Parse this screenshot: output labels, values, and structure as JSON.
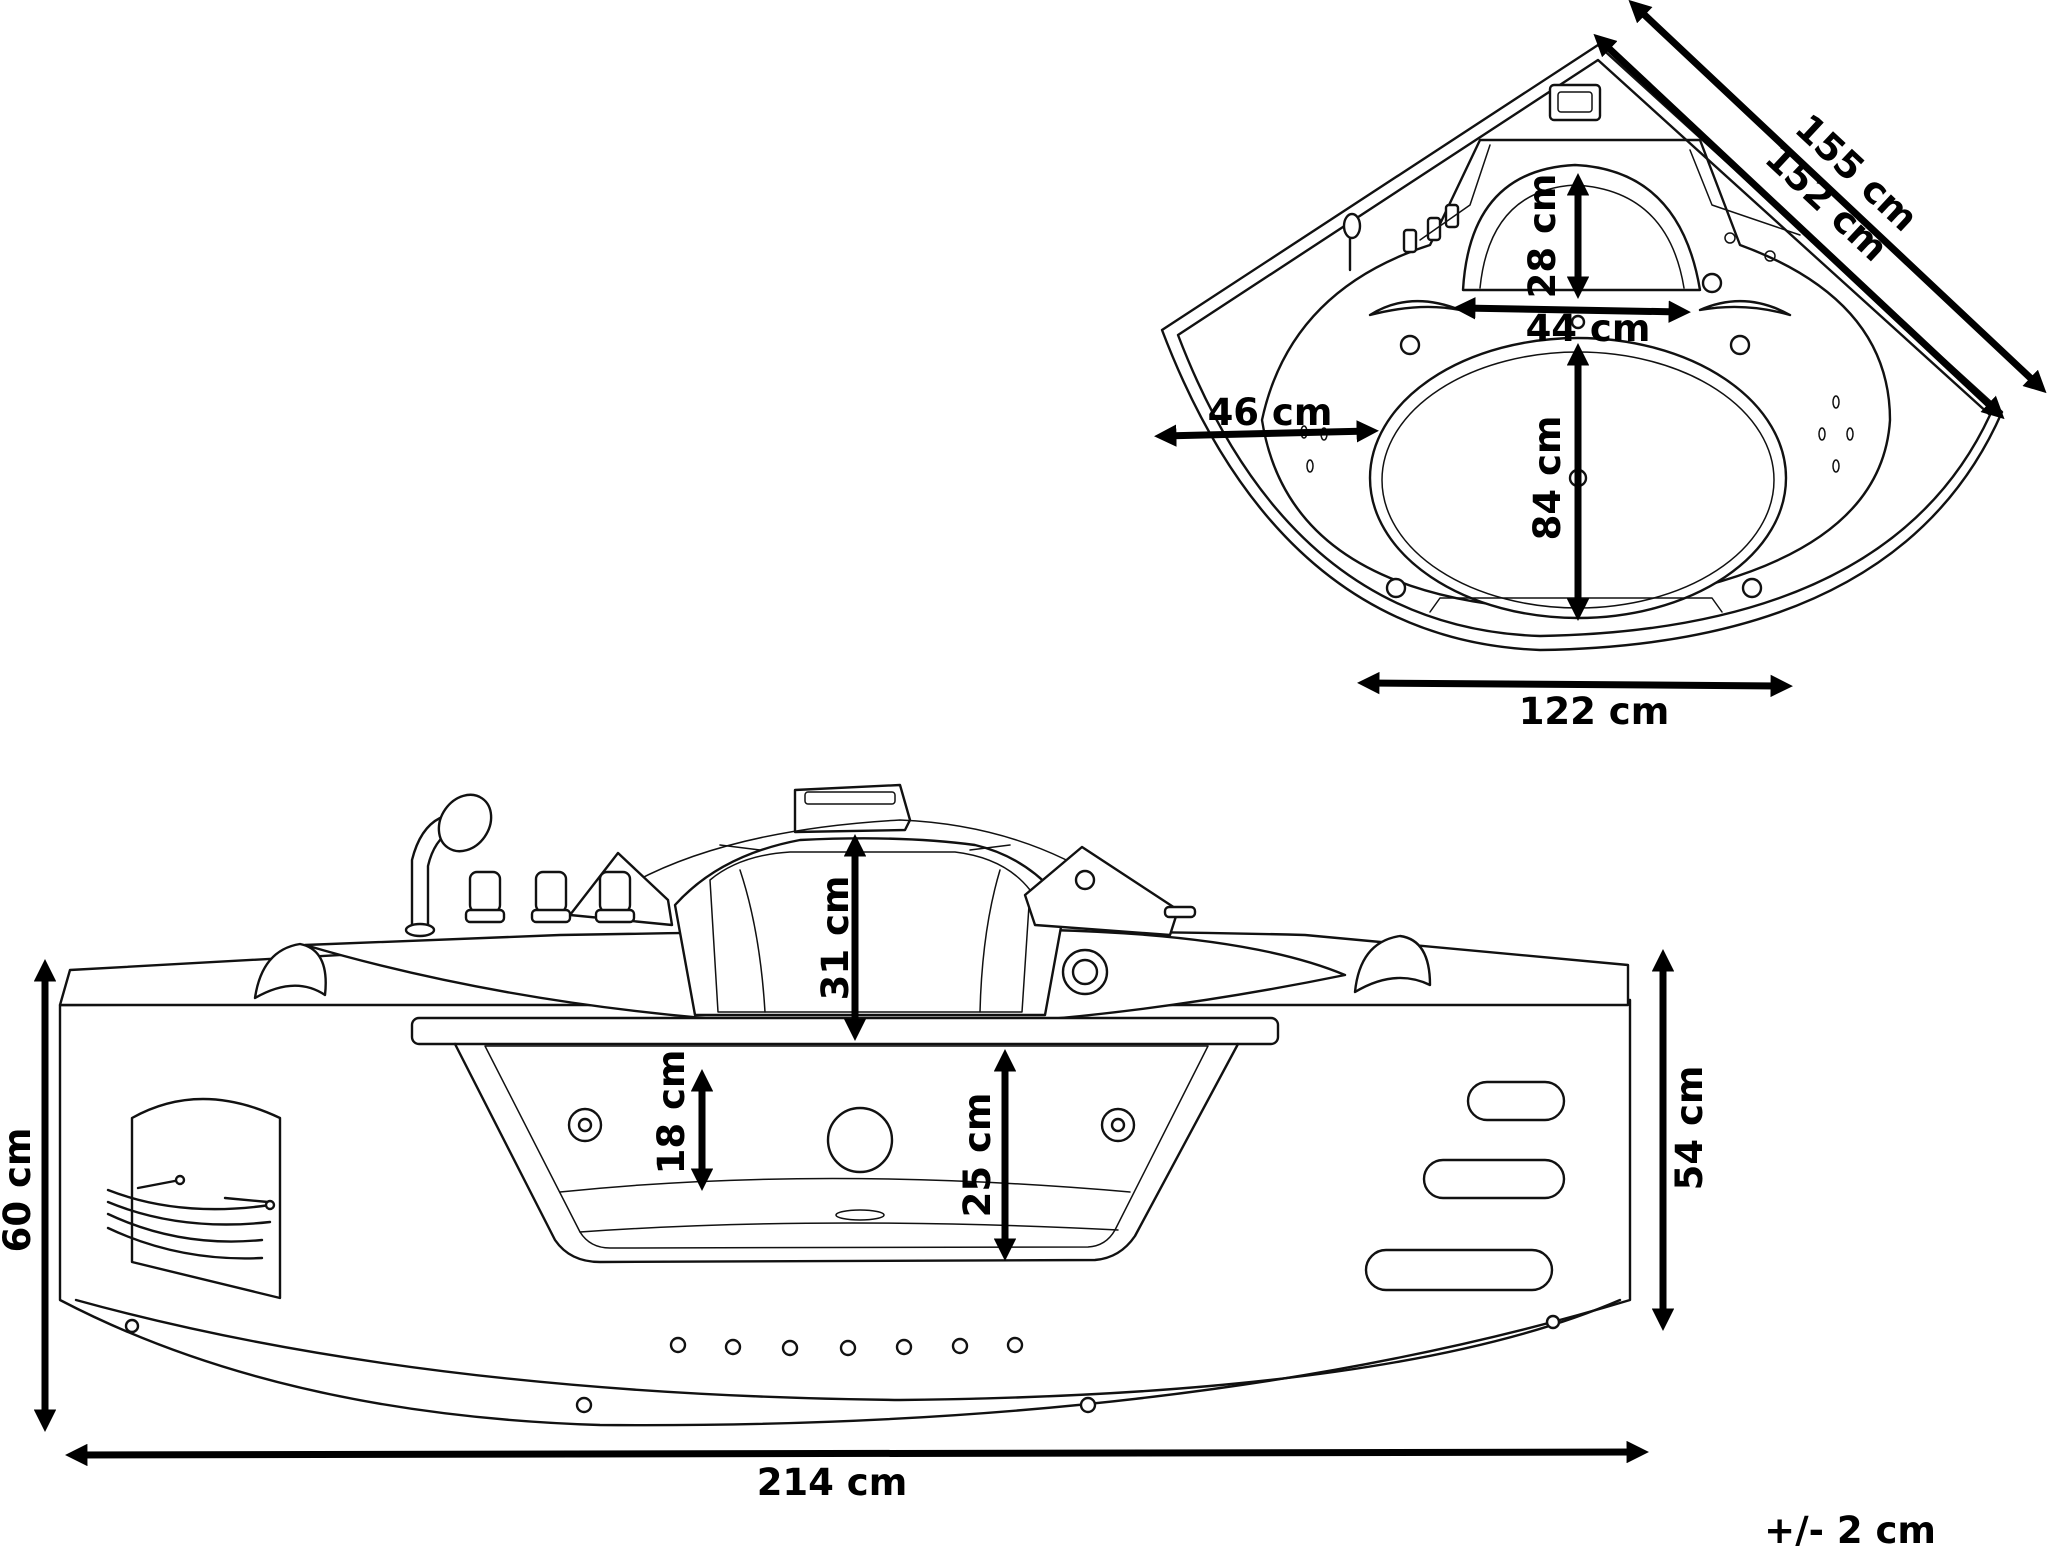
{
  "dimensions": {
    "top_diagonal_outer": "155 cm",
    "top_diagonal_inner": "152 cm",
    "headrest_depth": "28 cm",
    "headrest_width": "44 cm",
    "rim_width": "46 cm",
    "basin_length": "84 cm",
    "top_front_width": "122 cm",
    "overall_height": "60 cm",
    "backrest_height": "31 cm",
    "window_inner_depth": "18 cm",
    "window_depth": "25 cm",
    "side_height": "54 cm",
    "overall_width": "214 cm"
  },
  "tolerance": "+/- 2 cm",
  "colors": {
    "line": "#111111",
    "background": "#ffffff"
  }
}
